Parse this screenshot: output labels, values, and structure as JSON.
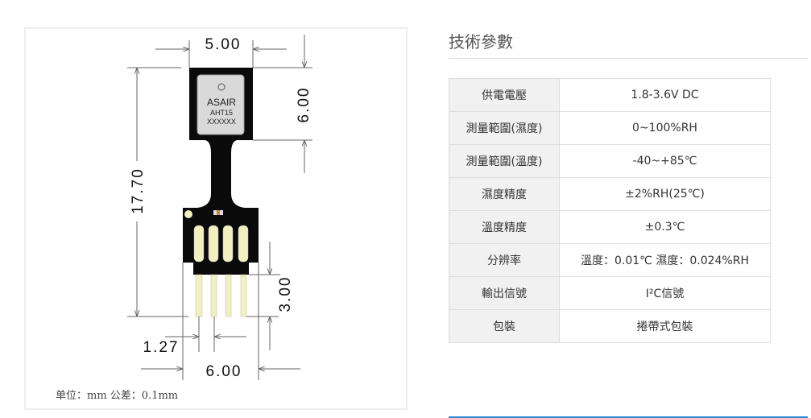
{
  "diagram": {
    "chip_brand": "ASAIR",
    "chip_model": "AHT15",
    "chip_serial": "XXXXXX",
    "dim_top_width": "5.00",
    "dim_head_height": "6.00",
    "dim_total_height": "17.70",
    "dim_pin_length": "3.00",
    "dim_pin_pitch": "1.27",
    "dim_bottom_width": "6.00",
    "footnote": "单位：mm 公差：0.1mm",
    "colors": {
      "board": "#0a0a0a",
      "chip": "#d9d9d9",
      "pins": "#f2efc0"
    }
  },
  "specs": {
    "title": "技術參數",
    "rows": [
      {
        "label": "供電電壓",
        "value": "1.8-3.6V DC"
      },
      {
        "label": "測量範圍(濕度)",
        "value": "0~100%RH"
      },
      {
        "label": "測量範圍(溫度)",
        "value": "-40~+85℃"
      },
      {
        "label": "濕度精度",
        "value": "±2%RH(25℃)"
      },
      {
        "label": "溫度精度",
        "value": "±0.3℃"
      },
      {
        "label": "分辨率",
        "value": "溫度：0.01℃ 濕度：0.024%RH"
      },
      {
        "label": "輸出信號",
        "value": "I²C信號"
      },
      {
        "label": "包裝",
        "value": "捲帶式包裝"
      }
    ]
  }
}
